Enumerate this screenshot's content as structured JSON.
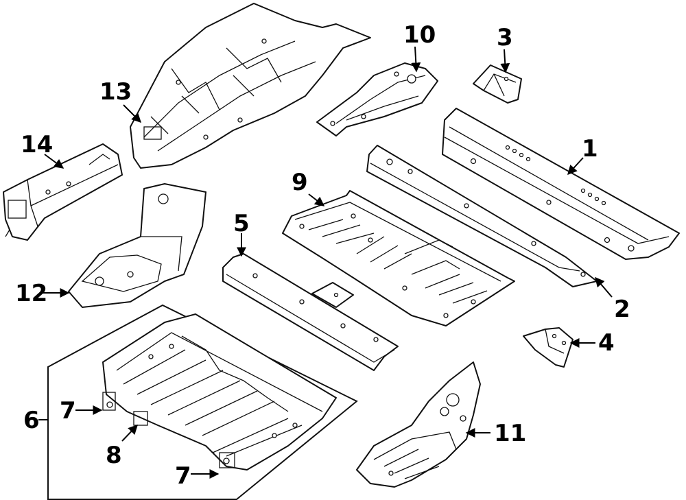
{
  "diagram": {
    "callouts": [
      {
        "id": "c1",
        "label": "1"
      },
      {
        "id": "c2",
        "label": "2"
      },
      {
        "id": "c3",
        "label": "3"
      },
      {
        "id": "c4",
        "label": "4"
      },
      {
        "id": "c5",
        "label": "5"
      },
      {
        "id": "c6",
        "label": "6"
      },
      {
        "id": "c7a",
        "label": "7"
      },
      {
        "id": "c7b",
        "label": "7"
      },
      {
        "id": "c8",
        "label": "8"
      },
      {
        "id": "c9",
        "label": "9"
      },
      {
        "id": "c10",
        "label": "10"
      },
      {
        "id": "c11",
        "label": "11"
      },
      {
        "id": "c12",
        "label": "12"
      },
      {
        "id": "c13",
        "label": "13"
      },
      {
        "id": "c14",
        "label": "14"
      }
    ]
  }
}
